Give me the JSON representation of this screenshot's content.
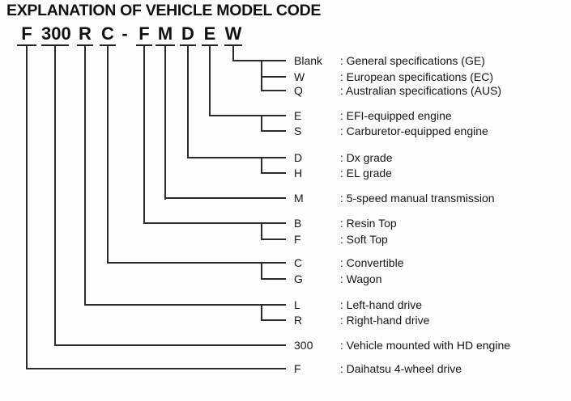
{
  "title": "EXPLANATION OF VEHICLE MODEL CODE",
  "code": {
    "parts": [
      "F",
      "300",
      "R",
      "C",
      "-",
      "F",
      "M",
      "D",
      "E",
      "W"
    ]
  },
  "legend": {
    "groups": [
      {
        "connects_to": "W",
        "entries": [
          {
            "code": "Blank",
            "description": ": General specifications (GE)"
          },
          {
            "code": "W",
            "description": ": European specifications (EC)"
          },
          {
            "code": "Q",
            "description": ": Australian specifications (AUS)"
          }
        ]
      },
      {
        "connects_to": "E",
        "entries": [
          {
            "code": "E",
            "description": ": EFI-equipped engine"
          },
          {
            "code": "S",
            "description": ": Carburetor-equipped engine"
          }
        ]
      },
      {
        "connects_to": "D",
        "entries": [
          {
            "code": "D",
            "description": ": Dx grade"
          },
          {
            "code": "H",
            "description": ": EL grade"
          }
        ]
      },
      {
        "connects_to": "M",
        "entries": [
          {
            "code": "M",
            "description": ": 5-speed manual transmission"
          }
        ]
      },
      {
        "connects_to": "F",
        "entries": [
          {
            "code": "B",
            "description": ": Resin Top"
          },
          {
            "code": "F",
            "description": ": Soft Top"
          }
        ]
      },
      {
        "connects_to": "C",
        "entries": [
          {
            "code": "C",
            "description": ": Convertible"
          },
          {
            "code": "G",
            "description": ": Wagon"
          }
        ]
      },
      {
        "connects_to": "R",
        "entries": [
          {
            "code": "L",
            "description": ": Left-hand drive"
          },
          {
            "code": "R",
            "description": ": Right-hand drive"
          }
        ]
      },
      {
        "connects_to": "300",
        "entries": [
          {
            "code": "300",
            "description": ": Vehicle mounted with HD engine"
          }
        ]
      },
      {
        "connects_to": "F",
        "entries": [
          {
            "code": "F",
            "description": ": Daihatsu 4-wheel drive"
          }
        ]
      }
    ]
  }
}
